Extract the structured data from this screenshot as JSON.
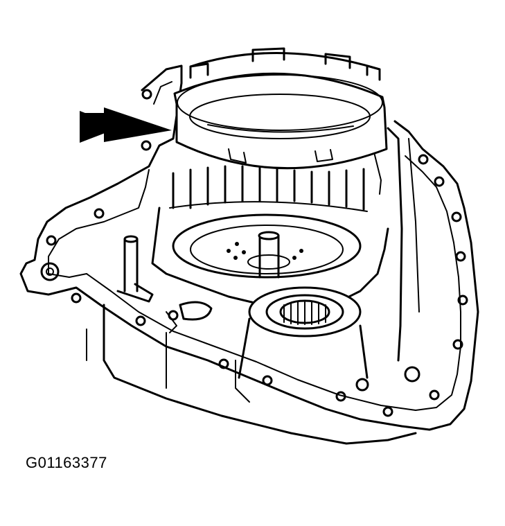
{
  "figure": {
    "id_label": "G01163377",
    "parts": [
      "transaxle-case",
      "band-ring",
      "clutch-drum",
      "bearing",
      "shaft",
      "pointer-arrow"
    ]
  }
}
